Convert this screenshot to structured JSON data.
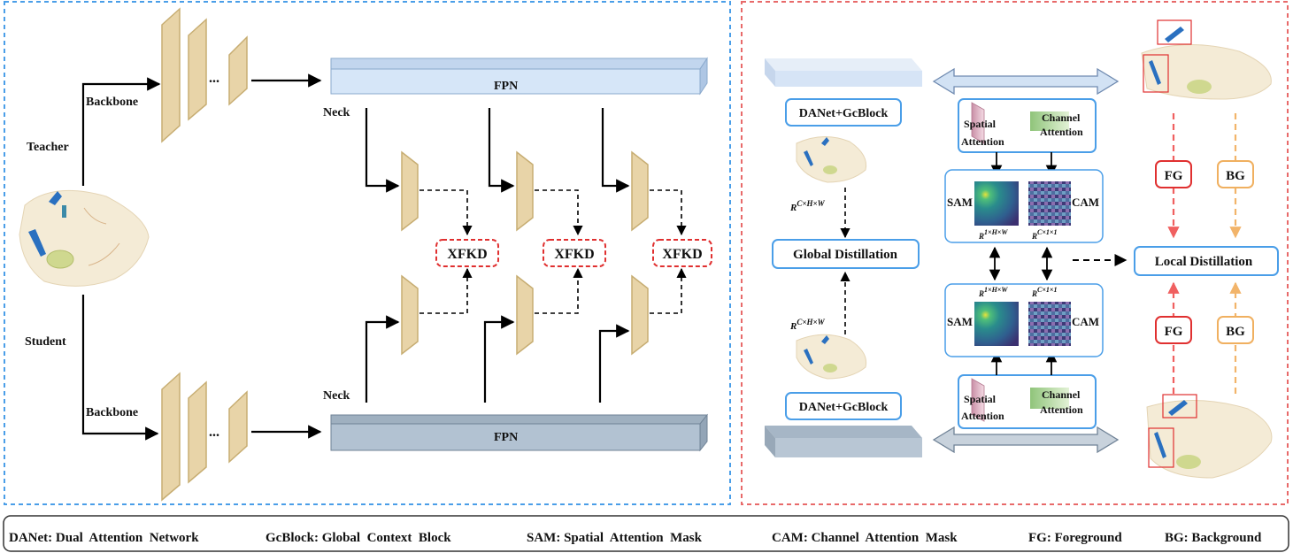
{
  "left_panel": {
    "teacher": "Teacher",
    "student": "Student",
    "backbone_top": "Backbone",
    "backbone_bottom": "Backbone",
    "ellipsis_top": "...",
    "ellipsis_bottom": "...",
    "fpn_top": "FPN",
    "fpn_bottom": "FPN",
    "neck_top": "Neck",
    "neck_bottom": "Neck",
    "xfkd": [
      "XFKD",
      "XFKD",
      "XFKD"
    ]
  },
  "right_panel": {
    "danet_top": "DANet+GcBlock",
    "danet_bottom": "DANet+GcBlock",
    "global_distillation": "Global Distillation",
    "r_top_base": "R",
    "r_top_sup": "C×H×W",
    "r_bot_base": "R",
    "r_bot_sup": "C×H×W",
    "spatial_attention_top": [
      "Spatial",
      "Attention"
    ],
    "channel_attention_top": [
      "Channel",
      "Attention"
    ],
    "spatial_attention_bottom": [
      "Spatial",
      "Attention"
    ],
    "channel_attention_bottom": [
      "Channel",
      "Attention"
    ],
    "sam_top": "SAM",
    "cam_top": "CAM",
    "sam_bottom": "SAM",
    "cam_bottom": "CAM",
    "sam_dim_top_base": "R",
    "sam_dim_top_sup": "1×H×W",
    "cam_dim_top_base": "R",
    "cam_dim_top_sup": "C×1×1",
    "sam_dim_bot_base": "R",
    "sam_dim_bot_sup": "1×H×W",
    "cam_dim_bot_base": "R",
    "cam_dim_bot_sup": "C×1×1",
    "local_distillation": "Local  Distillation",
    "fg_top": "FG",
    "bg_top": "BG",
    "fg_bottom": "FG",
    "bg_bottom": "BG"
  },
  "legend": {
    "items": [
      "DANet: Dual  Attention  Network",
      "GcBlock: Global  Context  Block",
      "SAM: Spatial  Attention  Mask",
      "CAM: Channel  Attention  Mask",
      "FG: Foreground",
      "BG: Background"
    ]
  },
  "colors": {
    "left_border": "#4a9ee8",
    "right_border": "#e86a6a",
    "backbone_fill": "#e8d4a8",
    "backbone_stroke": "#c7ad72",
    "fpn_top_fill": "#d6e6f8",
    "fpn_bottom_fill": "#b2c2d2",
    "xfkd_border": "#e03030",
    "box_border": "#4a9ee8",
    "fg_red": "#e03030",
    "bg_orange": "#f0b060"
  }
}
